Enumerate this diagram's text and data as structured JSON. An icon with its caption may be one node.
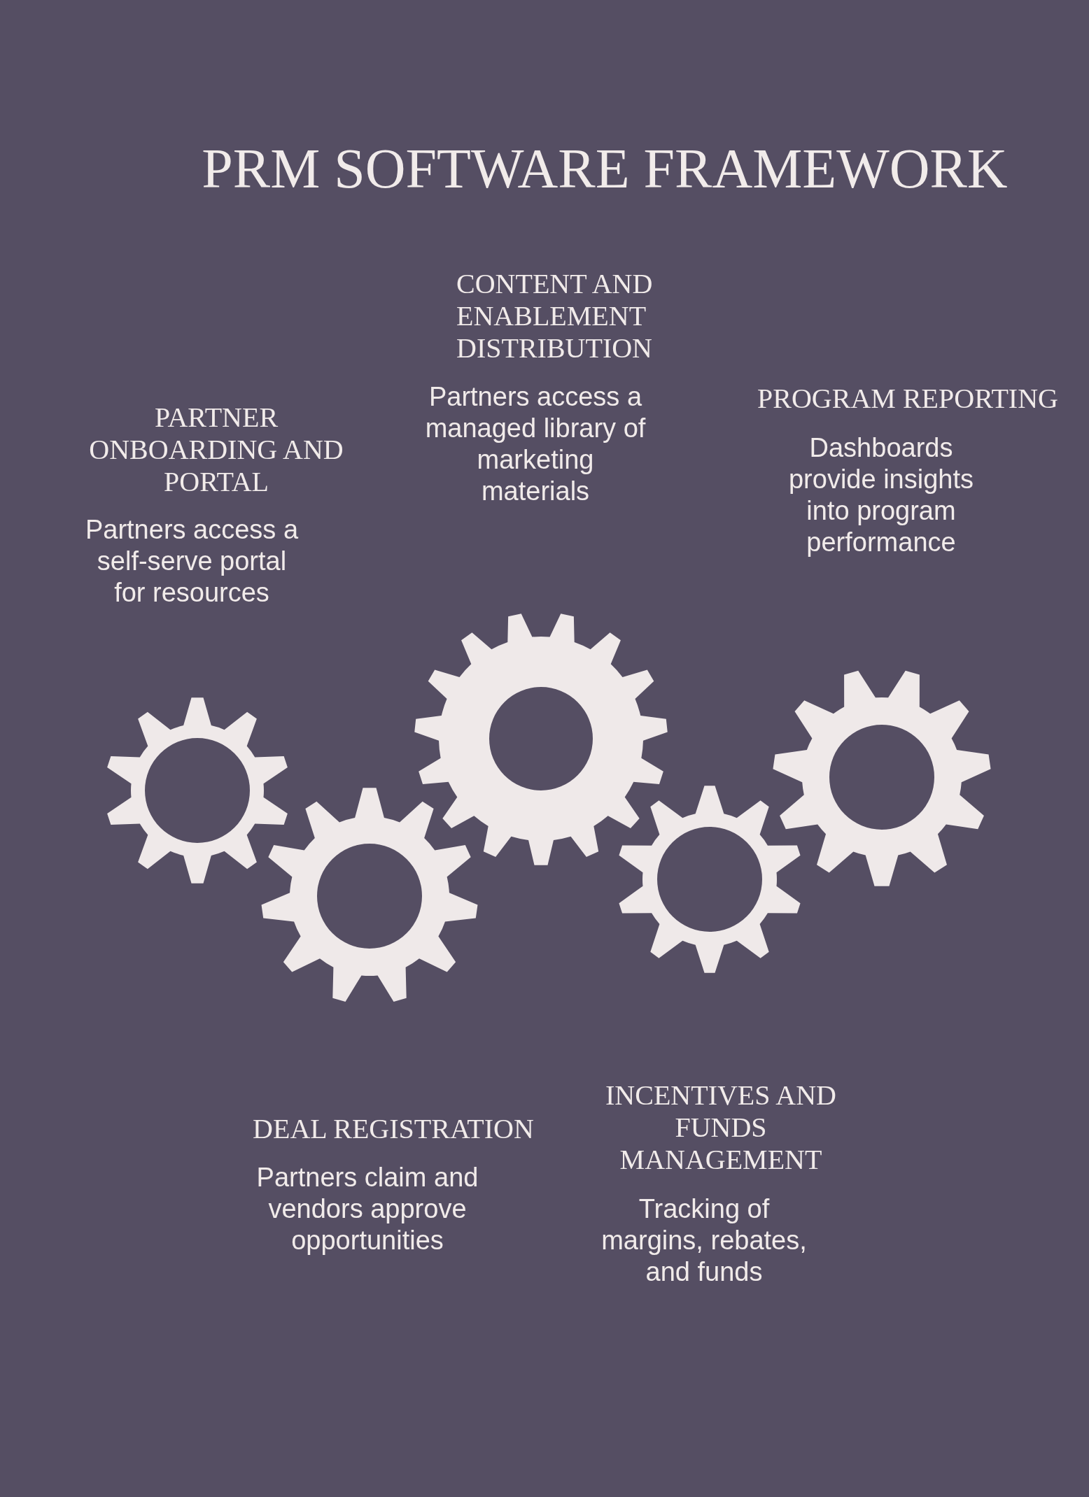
{
  "diagram": {
    "title": "PRM SOFTWARE FRAMEWORK",
    "labels": [
      "PARTNER ONBOARDING AND PORTAL",
      "Partners access a self-serve portal for resources",
      "CONTENT AND ENABLEMENT DISTRIBUTION",
      "Partners access a managed library of marketing materials",
      "PROGRAM REPORTING",
      "Dashboards provide insights into program performance",
      "DEAL REGISTRATION",
      "Partners claim and vendors approve opportunities",
      "INCENTIVES AND FUNDS MANAGEMENT",
      "Tracking of margins, rebates, and funds"
    ]
  }
}
